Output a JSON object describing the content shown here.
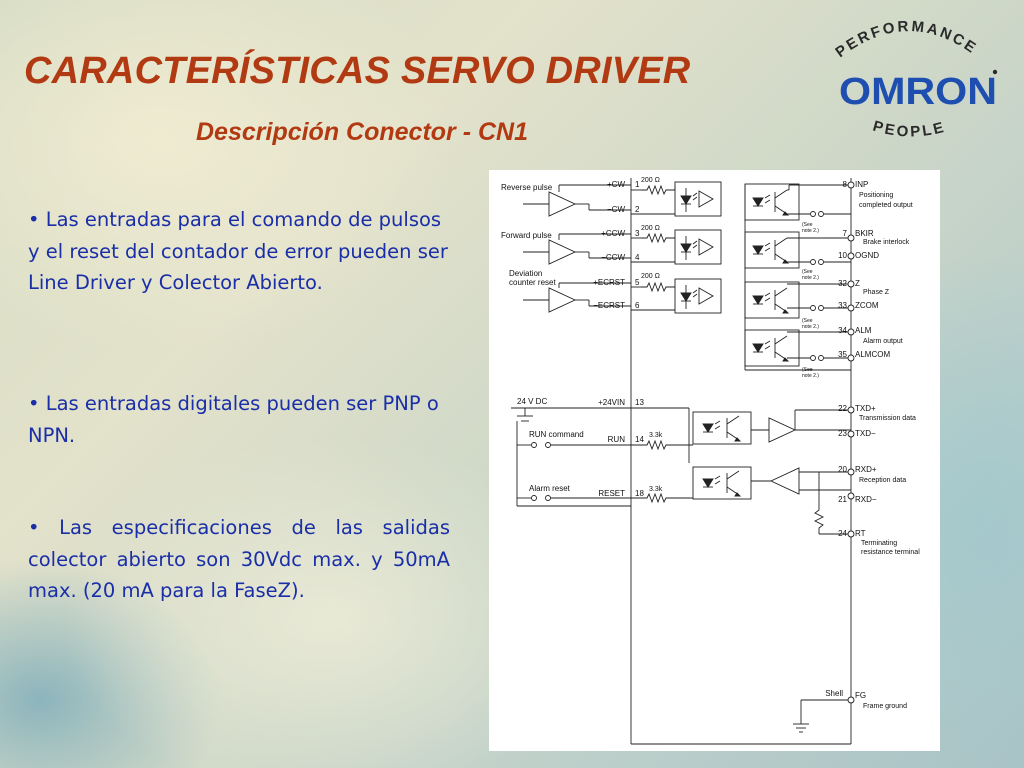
{
  "slide": {
    "title": "CARACTERÍSTICAS SERVO DRIVER",
    "subtitle": "Descripción Conector - CN1"
  },
  "logo": {
    "brand": "OMRON",
    "arc_top": "PERFORMANCE",
    "arc_bottom": "PEOPLE",
    "brand_color": "#1e4fb0"
  },
  "bullets": [
    "• Las entradas para el comando de pulsos y el reset del contador de error pueden ser Line Driver y Colector Abierto.",
    "• Las entradas digitales pueden ser PNP o NPN.",
    "• Las especificaciones de las salidas colector abierto son 30Vdc max. y 50mA max. (20 mA para la FaseZ)."
  ],
  "colors": {
    "title": "#b23a12",
    "bullet_text": "#1a2ea8"
  },
  "diagram": {
    "left_labels": {
      "reverse_pulse": "Reverse pulse",
      "forward_pulse": "Forward pulse",
      "deviation_1": "Deviation",
      "deviation_2": "counter reset",
      "supply": "24 V DC",
      "run_command": "RUN command",
      "alarm_reset": "Alarm reset",
      "shell": "Shell"
    },
    "inputs": [
      {
        "signal": "+CW",
        "pin": "1"
      },
      {
        "signal": "−CW",
        "pin": "2"
      },
      {
        "signal": "+CCW",
        "pin": "3"
      },
      {
        "signal": "−CCW",
        "pin": "4"
      },
      {
        "signal": "+ECRST",
        "pin": "5"
      },
      {
        "signal": "−ECRST",
        "pin": "6"
      },
      {
        "signal": "+24VIN",
        "pin": "13"
      },
      {
        "signal": "RUN",
        "pin": "14"
      },
      {
        "signal": "RESET",
        "pin": "18"
      }
    ],
    "resistors": {
      "r200": "200 Ω",
      "r3k": "3.3k"
    },
    "outputs": [
      {
        "pin": "8",
        "signal": "INP",
        "desc1": "Positioning",
        "desc2": "completed output"
      },
      {
        "pin": "7",
        "signal": "BKIR",
        "desc1": "Brake interlock",
        "desc2": ""
      },
      {
        "pin": "10",
        "signal": "OGND",
        "desc1": "",
        "desc2": ""
      },
      {
        "pin": "32",
        "signal": "Z",
        "desc1": "Phase Z",
        "desc2": ""
      },
      {
        "pin": "33",
        "signal": "ZCOM",
        "desc1": "",
        "desc2": ""
      },
      {
        "pin": "34",
        "signal": "ALM",
        "desc1": "Alarm output",
        "desc2": ""
      },
      {
        "pin": "35",
        "signal": "ALMCOM",
        "desc1": "",
        "desc2": ""
      },
      {
        "pin": "22",
        "signal": "TXD+",
        "desc1": "Transmission data",
        "desc2": ""
      },
      {
        "pin": "23",
        "signal": "TXD−",
        "desc1": "",
        "desc2": ""
      },
      {
        "pin": "20",
        "signal": "RXD+",
        "desc1": "Reception data",
        "desc2": ""
      },
      {
        "pin": "21",
        "signal": "RXD−",
        "desc1": "",
        "desc2": ""
      },
      {
        "pin": "24",
        "signal": "RT",
        "desc1": "Terminating",
        "desc2": "resistance terminal"
      },
      {
        "pin": "",
        "signal": "FG",
        "desc1": "Frame ground",
        "desc2": ""
      }
    ],
    "notes": {
      "see": "(See",
      "note2": "note 2.)"
    }
  }
}
